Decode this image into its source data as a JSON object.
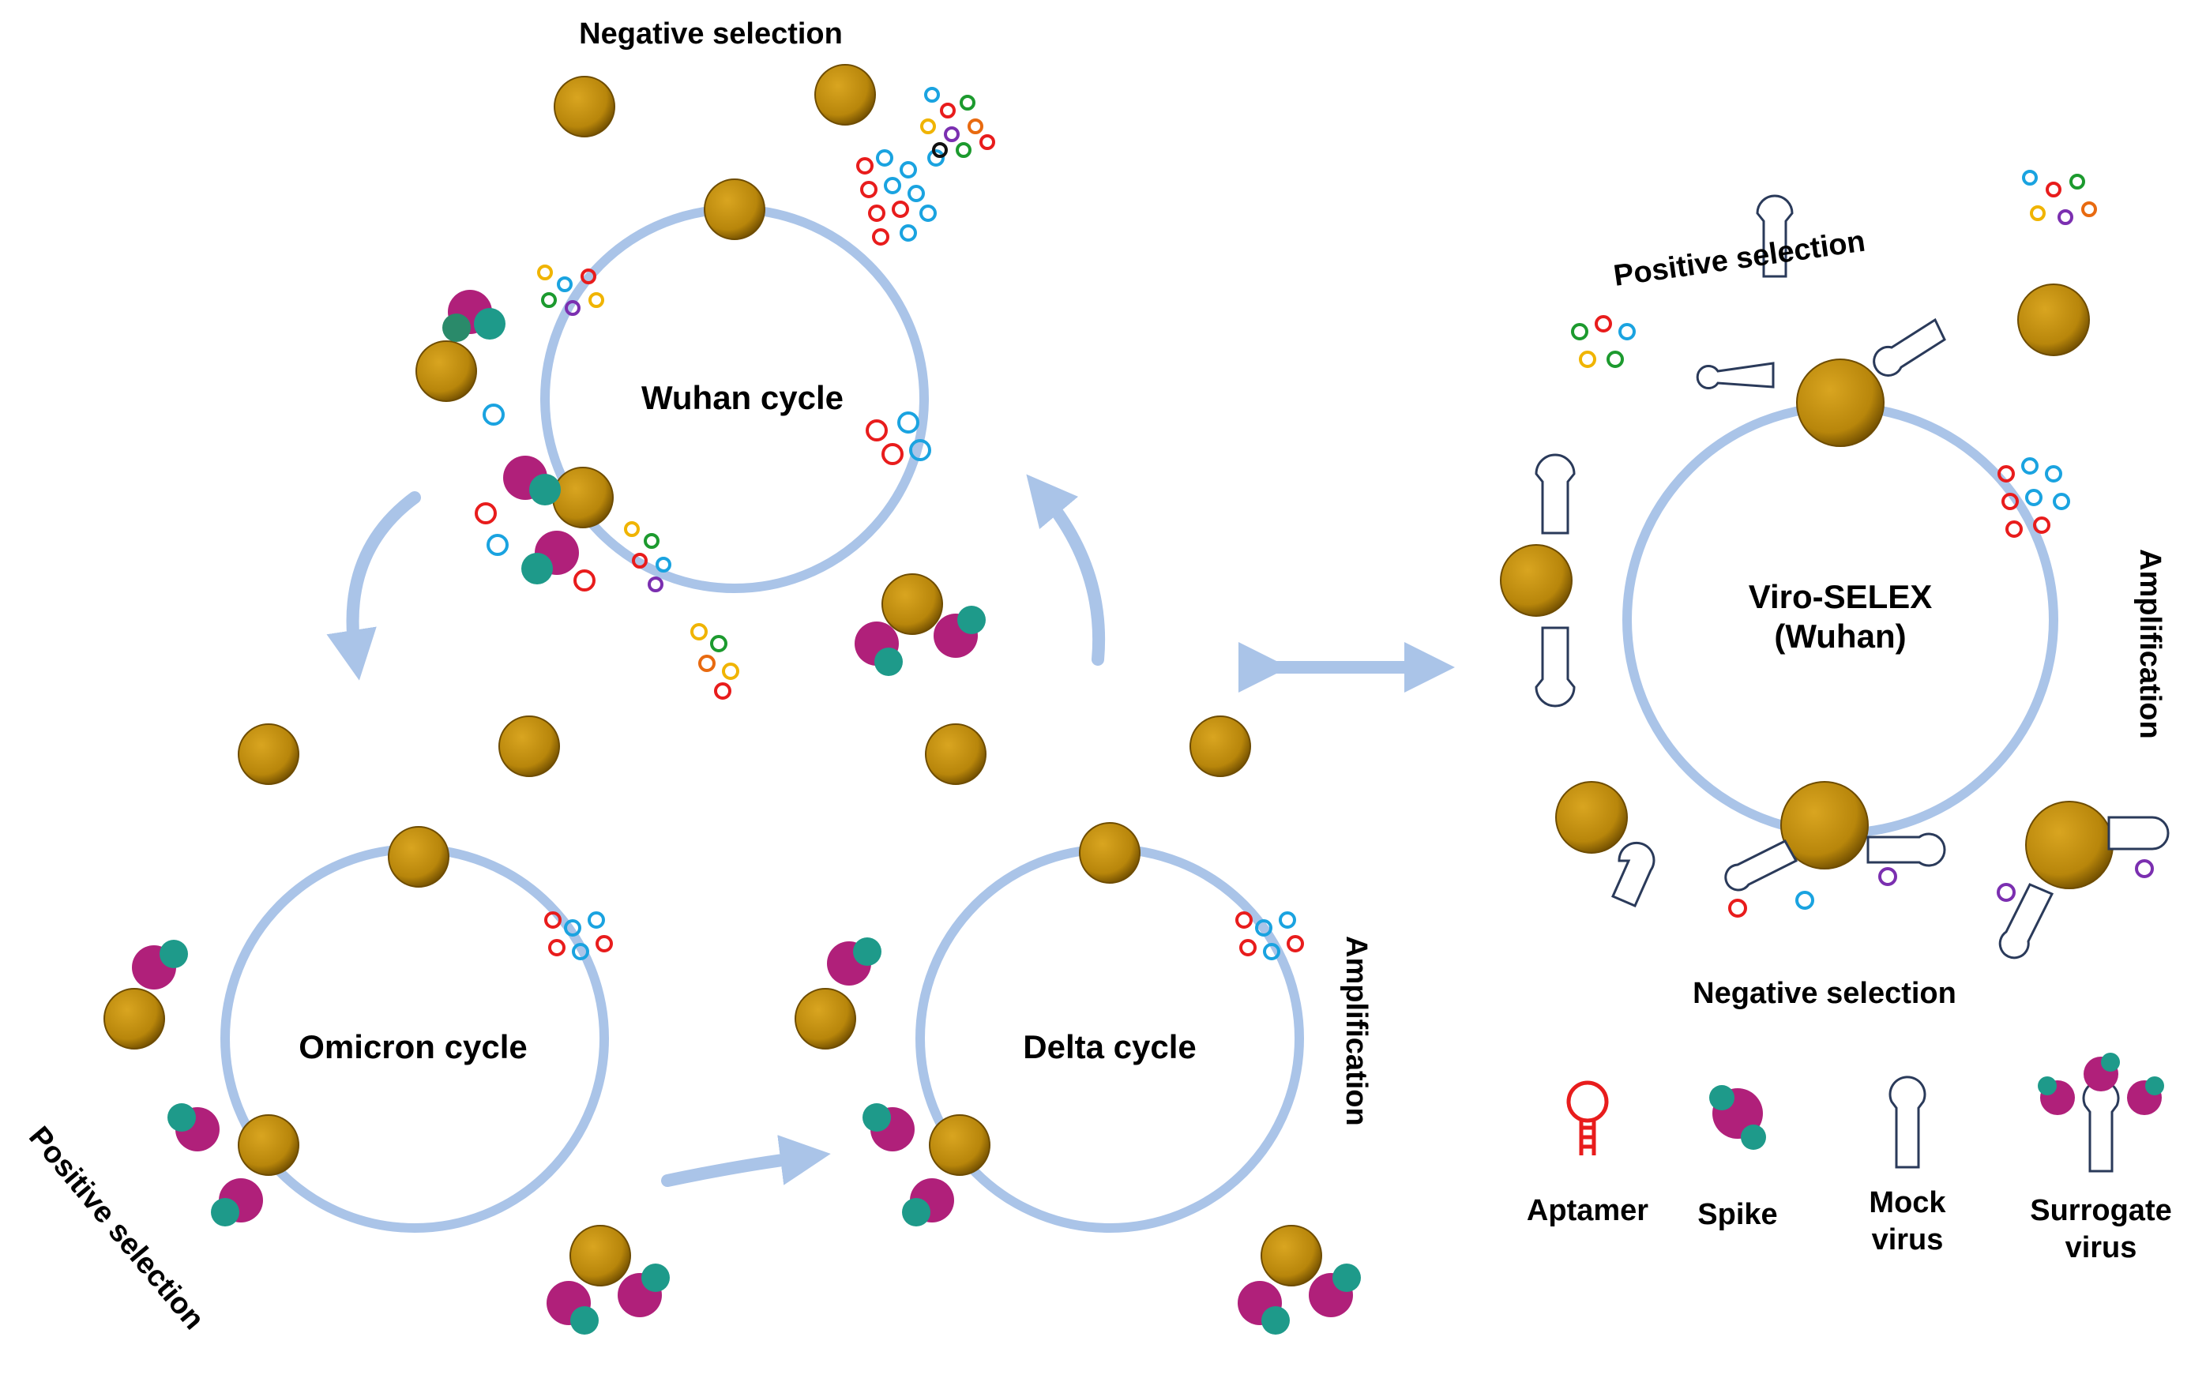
{
  "labels": {
    "neg_sel_top": "Negative selection",
    "wuhan_cycle": "Wuhan cycle",
    "omicron_cycle": "Omicron cycle",
    "delta_cycle": "Delta cycle",
    "amplification_left": "Amplification",
    "positive_sel_left": "Positive selection",
    "positive_sel_right": "Positive selection",
    "viro_line1": "Viro-SELEX",
    "viro_line2": "(Wuhan)",
    "amplification_right": "Amplification",
    "neg_sel_right": "Negative selection"
  },
  "legend": {
    "aptamer": "Aptamer",
    "spike": "Spike",
    "mock_line1": "Mock",
    "mock_line2": "virus",
    "surrogate_line1": "Surrogate",
    "surrogate_line2": "virus"
  },
  "colors": {
    "cycle": "#aac4e8",
    "bead": "#b8860b",
    "bead_dark": "#7a5500",
    "spike_magenta": "#b0207a",
    "spike_teal": "#1e9a8a",
    "aptamers": [
      "#e81c1c",
      "#1aa3e0",
      "#1c9a2e",
      "#f0b400",
      "#7b2fb0",
      "#e86a10",
      "#111111"
    ]
  }
}
